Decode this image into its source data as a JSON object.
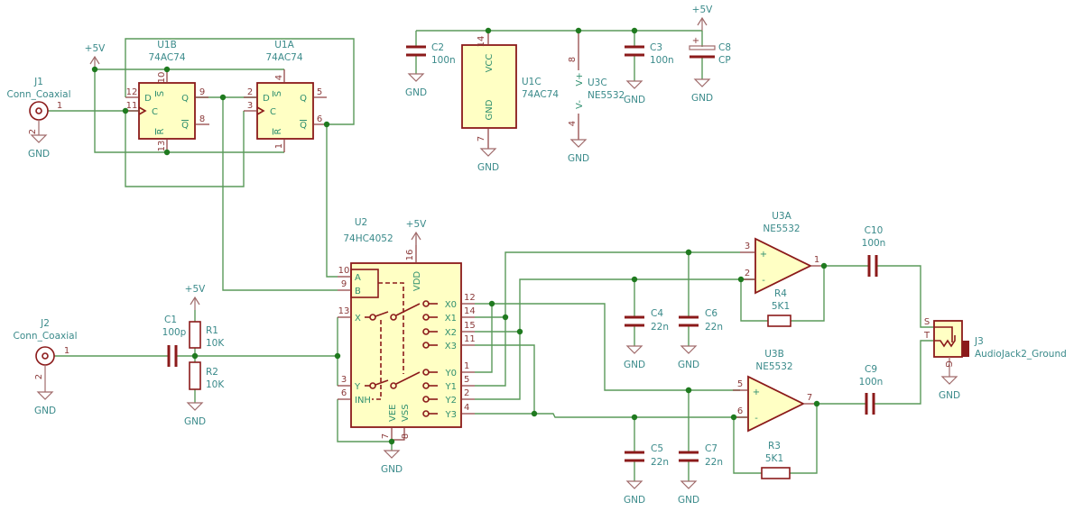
{
  "labels": {
    "gnd": "GND",
    "pwr": "+5V"
  },
  "j1": {
    "ref": "J1",
    "value": "Conn_Coaxial",
    "pins": [
      "1",
      "2"
    ]
  },
  "j2": {
    "ref": "J2",
    "value": "Conn_Coaxial",
    "pins": [
      "1",
      "2"
    ]
  },
  "u1b": {
    "ref": "U1B",
    "value": "74AC74",
    "pins": [
      "10",
      "12",
      "11",
      "9",
      "8",
      "13"
    ],
    "names": [
      "D",
      "C",
      "Q",
      "Q",
      "S",
      "R"
    ]
  },
  "u1a": {
    "ref": "U1A",
    "value": "74AC74",
    "pins": [
      "4",
      "2",
      "3",
      "5",
      "6",
      "1"
    ],
    "names": [
      "D",
      "C",
      "Q",
      "Q",
      "S",
      "R"
    ]
  },
  "u1c": {
    "ref": "U1C",
    "value": "74AC74",
    "pins": [
      "14",
      "7"
    ],
    "names": [
      "VCC",
      "GND"
    ]
  },
  "u3c": {
    "ref": "U3C",
    "value": "NE5532",
    "pins": [
      "8",
      "4"
    ],
    "names": [
      "V+",
      "V-"
    ]
  },
  "c2": {
    "ref": "C2",
    "value": "100n"
  },
  "c3": {
    "ref": "C3",
    "value": "100n"
  },
  "c8": {
    "ref": "C8",
    "value": "CP",
    "polarity": "+"
  },
  "u2": {
    "ref": "U2",
    "value": "74HC4052",
    "left": [
      {
        "num": "10",
        "name": "A"
      },
      {
        "num": "9",
        "name": "B"
      },
      {
        "num": "13",
        "name": "X"
      },
      {
        "num": "3",
        "name": "Y"
      },
      {
        "num": "6",
        "name": "INH"
      }
    ],
    "right": [
      {
        "num": "12",
        "name": "X0"
      },
      {
        "num": "14",
        "name": "X1"
      },
      {
        "num": "15",
        "name": "X2"
      },
      {
        "num": "11",
        "name": "X3"
      },
      {
        "num": "1",
        "name": "Y0"
      },
      {
        "num": "5",
        "name": "Y1"
      },
      {
        "num": "2",
        "name": "Y2"
      },
      {
        "num": "4",
        "name": "Y3"
      }
    ],
    "power": [
      {
        "num": "16",
        "name": "VDD"
      },
      {
        "num": "7",
        "name": "VEE"
      },
      {
        "num": "8",
        "name": "VSS"
      }
    ]
  },
  "u3a": {
    "ref": "U3A",
    "value": "NE5532",
    "pins": [
      "3",
      "2",
      "1"
    ],
    "signs": [
      "+",
      "-"
    ]
  },
  "u3b": {
    "ref": "U3B",
    "value": "NE5532",
    "pins": [
      "5",
      "6",
      "7"
    ],
    "signs": [
      "+",
      "-"
    ]
  },
  "r4": {
    "ref": "R4",
    "value": "5K1"
  },
  "r3": {
    "ref": "R3",
    "value": "5K1"
  },
  "c4": {
    "ref": "C4",
    "value": "22n"
  },
  "c5": {
    "ref": "C5",
    "value": "22n"
  },
  "c6": {
    "ref": "C6",
    "value": "22n"
  },
  "c7": {
    "ref": "C7",
    "value": "22n"
  },
  "c10": {
    "ref": "C10",
    "value": "100n"
  },
  "c9": {
    "ref": "C9",
    "value": "100n"
  },
  "j3": {
    "ref": "J3",
    "value": "AudioJack2_Ground",
    "pins": [
      "S",
      "T",
      "G"
    ]
  },
  "c1": {
    "ref": "C1",
    "value": "100p"
  },
  "r1": {
    "ref": "R1",
    "value": "10K"
  },
  "r2": {
    "ref": "R2",
    "value": "10K"
  },
  "colors": {
    "wire": "#5a9a5a",
    "symbol": "#8b1a1a",
    "fill": "#ffffc4",
    "text": "#3a8a8a",
    "junction": "#1f7a1f"
  }
}
